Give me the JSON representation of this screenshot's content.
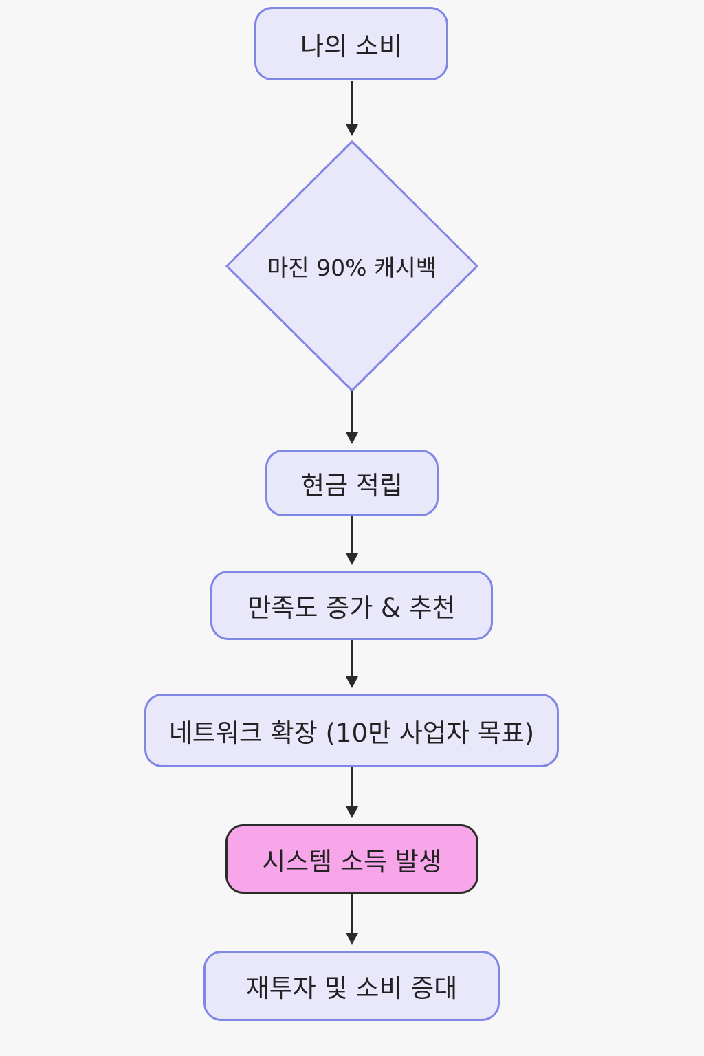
{
  "flowchart": {
    "nodes": {
      "start": "나의 소비",
      "decision": "마진 90% 캐시백",
      "cash": "현금 적립",
      "satisfaction": "만족도 증가 & 추천",
      "network": "네트워크 확장 (10만 사업자 목표)",
      "income": "시스템 소득 발생",
      "reinvest": "재투자 및 소비 증대"
    },
    "colors": {
      "node_fill": "#e8e8fa",
      "node_border": "#7f86e6",
      "highlight_fill": "#f7a6ea",
      "highlight_border": "#2b2b2b",
      "arrow": "#2b2b2b",
      "background": "#f7f7f8"
    }
  }
}
